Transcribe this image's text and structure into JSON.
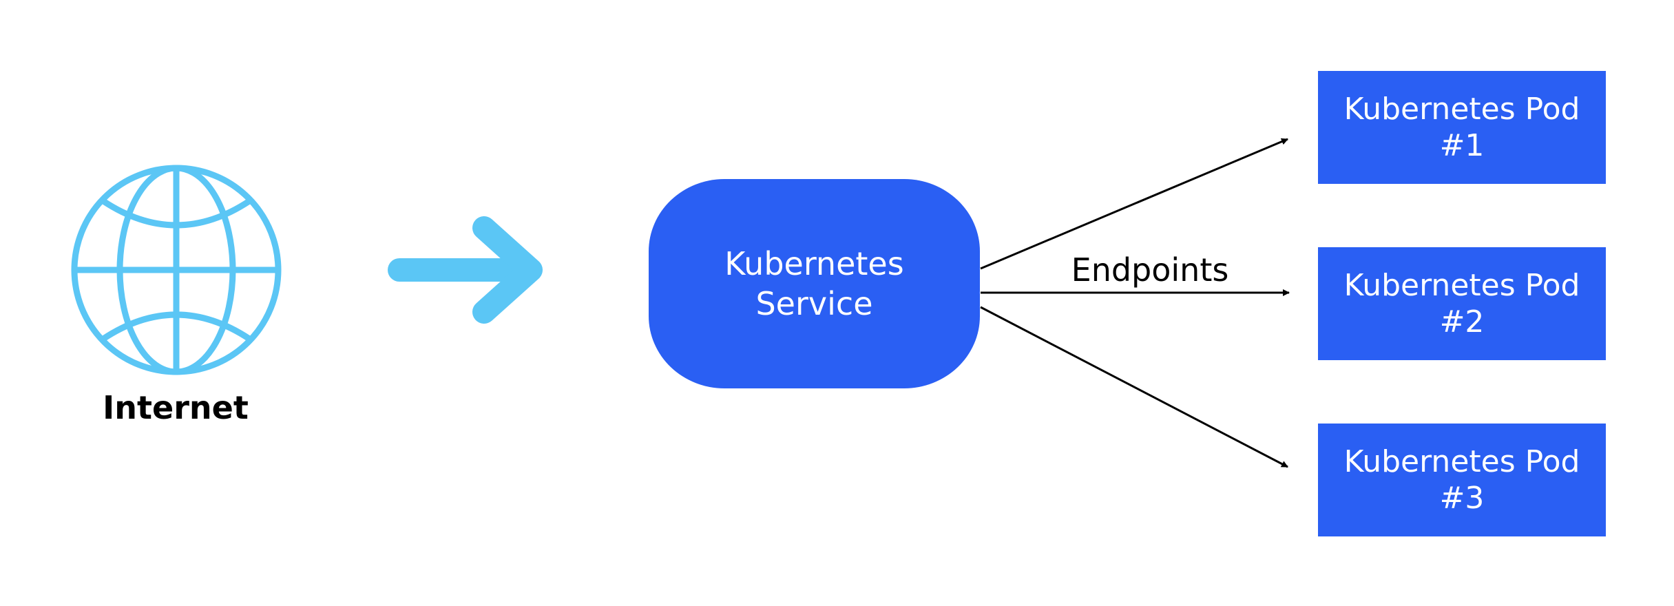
{
  "colors": {
    "globe": "#5bc6f5",
    "arrow": "#5bc6f5",
    "node_fill": "#2a5ff3",
    "node_text": "#ffffff",
    "edge": "#000000",
    "background": "#ffffff"
  },
  "internet": {
    "icon": "globe-icon",
    "label": "Internet"
  },
  "flow_arrow": {
    "icon": "right-arrow-icon"
  },
  "service": {
    "line1": "Kubernetes",
    "line2": "Service"
  },
  "edges": {
    "label": "Endpoints"
  },
  "pods": [
    {
      "line1": "Kubernetes Pod",
      "line2": "#1"
    },
    {
      "line1": "Kubernetes Pod",
      "line2": "#2"
    },
    {
      "line1": "Kubernetes Pod",
      "line2": "#3"
    }
  ]
}
